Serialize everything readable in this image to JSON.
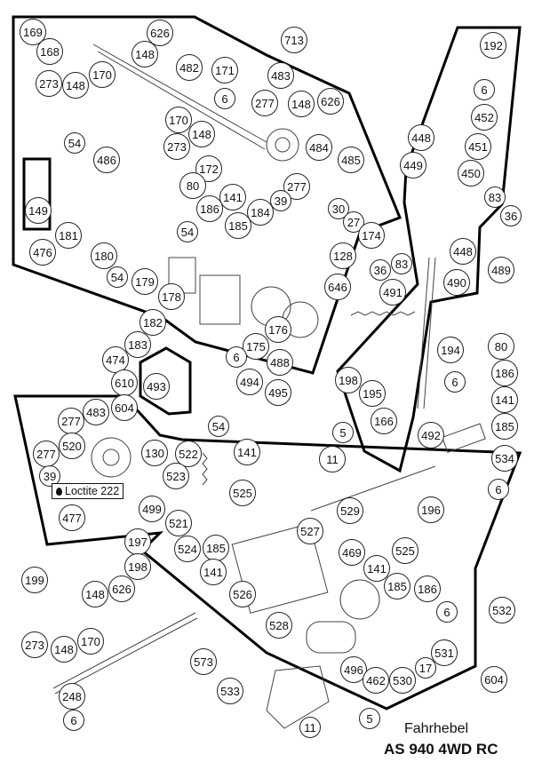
{
  "title": {
    "line1": "Fahrhebel",
    "line2": "AS 940 4WD RC"
  },
  "loctite": {
    "label": "Loctite 222",
    "icon": "drop-icon"
  },
  "groups": [
    "713",
    "476",
    "474",
    "488",
    "489",
    "477",
    "532"
  ],
  "callouts": [
    {
      "id": "c1",
      "label": "169"
    },
    {
      "id": "c2",
      "label": "168"
    },
    {
      "id": "c3",
      "label": "626"
    },
    {
      "id": "c4",
      "label": "148"
    },
    {
      "id": "c5",
      "label": "273"
    },
    {
      "id": "c6",
      "label": "148"
    },
    {
      "id": "c7",
      "label": "170"
    },
    {
      "id": "c8",
      "label": "482"
    },
    {
      "id": "c9",
      "label": "171"
    },
    {
      "id": "c10",
      "label": "6"
    },
    {
      "id": "c11",
      "label": "483"
    },
    {
      "id": "c12",
      "label": "277"
    },
    {
      "id": "c13",
      "label": "148"
    },
    {
      "id": "c14",
      "label": "626"
    },
    {
      "id": "c15",
      "label": "713"
    },
    {
      "id": "c16",
      "label": "170"
    },
    {
      "id": "c17",
      "label": "148"
    },
    {
      "id": "c18",
      "label": "273"
    },
    {
      "id": "c19",
      "label": "484"
    },
    {
      "id": "c20",
      "label": "485"
    },
    {
      "id": "c21",
      "label": "172"
    },
    {
      "id": "c22",
      "label": "80"
    },
    {
      "id": "c23",
      "label": "141"
    },
    {
      "id": "c24",
      "label": "186"
    },
    {
      "id": "c25",
      "label": "277"
    },
    {
      "id": "c26",
      "label": "39"
    },
    {
      "id": "c27",
      "label": "184"
    },
    {
      "id": "c28",
      "label": "185"
    },
    {
      "id": "c29",
      "label": "30"
    },
    {
      "id": "c30",
      "label": "27"
    },
    {
      "id": "c31",
      "label": "174"
    },
    {
      "id": "c32",
      "label": "54"
    },
    {
      "id": "c33",
      "label": "486"
    },
    {
      "id": "c34",
      "label": "149"
    },
    {
      "id": "c35",
      "label": "476"
    },
    {
      "id": "c36",
      "label": "181"
    },
    {
      "id": "c37",
      "label": "180"
    },
    {
      "id": "c38",
      "label": "54"
    },
    {
      "id": "c39",
      "label": "54"
    },
    {
      "id": "c40",
      "label": "179"
    },
    {
      "id": "c41",
      "label": "178"
    },
    {
      "id": "c42",
      "label": "128"
    },
    {
      "id": "c43",
      "label": "646"
    },
    {
      "id": "c44",
      "label": "176"
    },
    {
      "id": "c45",
      "label": "182"
    },
    {
      "id": "c46",
      "label": "183"
    },
    {
      "id": "c47",
      "label": "175"
    },
    {
      "id": "c48",
      "label": "6"
    },
    {
      "id": "c49",
      "label": "488"
    },
    {
      "id": "c50",
      "label": "192"
    },
    {
      "id": "c51",
      "label": "6"
    },
    {
      "id": "c52",
      "label": "452"
    },
    {
      "id": "c53",
      "label": "448"
    },
    {
      "id": "c54",
      "label": "451"
    },
    {
      "id": "c55",
      "label": "449"
    },
    {
      "id": "c56",
      "label": "450"
    },
    {
      "id": "c57",
      "label": "83"
    },
    {
      "id": "c58",
      "label": "36"
    },
    {
      "id": "c59",
      "label": "36"
    },
    {
      "id": "c60",
      "label": "83"
    },
    {
      "id": "c61",
      "label": "448"
    },
    {
      "id": "c62",
      "label": "489"
    },
    {
      "id": "c63",
      "label": "490"
    },
    {
      "id": "c64",
      "label": "491"
    },
    {
      "id": "c65",
      "label": "474"
    },
    {
      "id": "c66",
      "label": "610"
    },
    {
      "id": "c67",
      "label": "493"
    },
    {
      "id": "c68",
      "label": "604"
    },
    {
      "id": "c69",
      "label": "494"
    },
    {
      "id": "c70",
      "label": "495"
    },
    {
      "id": "c71",
      "label": "54"
    },
    {
      "id": "c72",
      "label": "198"
    },
    {
      "id": "c73",
      "label": "194"
    },
    {
      "id": "c74",
      "label": "195"
    },
    {
      "id": "c75",
      "label": "80"
    },
    {
      "id": "c76",
      "label": "186"
    },
    {
      "id": "c77",
      "label": "6"
    },
    {
      "id": "c78",
      "label": "141"
    },
    {
      "id": "c79",
      "label": "185"
    },
    {
      "id": "c80",
      "label": "166"
    },
    {
      "id": "c81",
      "label": "492"
    },
    {
      "id": "c82",
      "label": "534"
    },
    {
      "id": "c83",
      "label": "6"
    },
    {
      "id": "c84",
      "label": "5"
    },
    {
      "id": "c85",
      "label": "11"
    },
    {
      "id": "c86",
      "label": "196"
    },
    {
      "id": "c87",
      "label": "483"
    },
    {
      "id": "c88",
      "label": "277"
    },
    {
      "id": "c89",
      "label": "520"
    },
    {
      "id": "c90",
      "label": "277"
    },
    {
      "id": "c91",
      "label": "39"
    },
    {
      "id": "c92",
      "label": "130"
    },
    {
      "id": "c93",
      "label": "477"
    },
    {
      "id": "c94",
      "label": "522"
    },
    {
      "id": "c95",
      "label": "141"
    },
    {
      "id": "c96",
      "label": "525"
    },
    {
      "id": "c97",
      "label": "523"
    },
    {
      "id": "c98",
      "label": "499"
    },
    {
      "id": "c99",
      "label": "521"
    },
    {
      "id": "c100",
      "label": "524"
    },
    {
      "id": "c101",
      "label": "185"
    },
    {
      "id": "c102",
      "label": "141"
    },
    {
      "id": "c103",
      "label": "526"
    },
    {
      "id": "c104",
      "label": "527"
    },
    {
      "id": "c105",
      "label": "529"
    },
    {
      "id": "c106",
      "label": "469"
    },
    {
      "id": "c107",
      "label": "141"
    },
    {
      "id": "c108",
      "label": "525"
    },
    {
      "id": "c109",
      "label": "197"
    },
    {
      "id": "c110",
      "label": "198"
    },
    {
      "id": "c111",
      "label": "199"
    },
    {
      "id": "c112",
      "label": "148"
    },
    {
      "id": "c113",
      "label": "626"
    },
    {
      "id": "c114",
      "label": "273"
    },
    {
      "id": "c115",
      "label": "148"
    },
    {
      "id": "c116",
      "label": "170"
    },
    {
      "id": "c117",
      "label": "528"
    },
    {
      "id": "c118",
      "label": "185"
    },
    {
      "id": "c119",
      "label": "186"
    },
    {
      "id": "c120",
      "label": "6"
    },
    {
      "id": "c121",
      "label": "532"
    },
    {
      "id": "c122",
      "label": "531"
    },
    {
      "id": "c123",
      "label": "496"
    },
    {
      "id": "c124",
      "label": "462"
    },
    {
      "id": "c125",
      "label": "530"
    },
    {
      "id": "c126",
      "label": "17"
    },
    {
      "id": "c127",
      "label": "573"
    },
    {
      "id": "c128",
      "label": "248"
    },
    {
      "id": "c129",
      "label": "6"
    },
    {
      "id": "c130",
      "label": "533"
    },
    {
      "id": "c131",
      "label": "604"
    },
    {
      "id": "c132",
      "label": "5"
    },
    {
      "id": "c133",
      "label": "11"
    }
  ]
}
